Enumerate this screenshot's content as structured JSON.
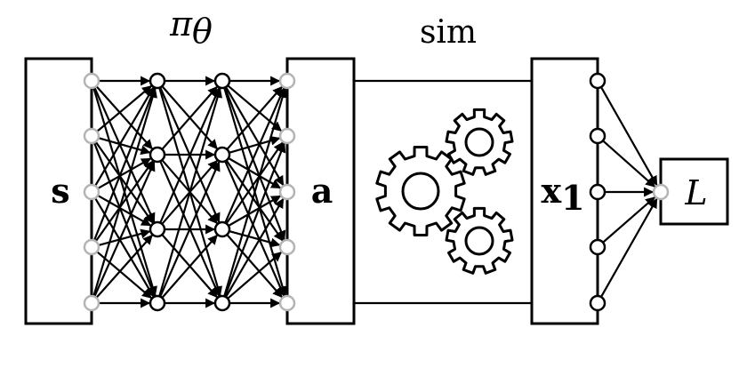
{
  "labels": {
    "policy_title": "πθ",
    "policy_symbol": "π",
    "policy_subscript": "θ",
    "sim_title": "sim",
    "state": "s",
    "action": "a",
    "next_state": "x",
    "next_state_subscript": "1",
    "loss": "L"
  },
  "network": {
    "input_nodes": 5,
    "hidden_layers": 2,
    "hidden_nodes": 4,
    "output_nodes": 5,
    "loss_input_nodes": 5
  },
  "gears": {
    "count": 3
  },
  "colors": {
    "stroke": "#000000",
    "ghost_node": "#b4b4b4",
    "background": "#ffffff"
  }
}
